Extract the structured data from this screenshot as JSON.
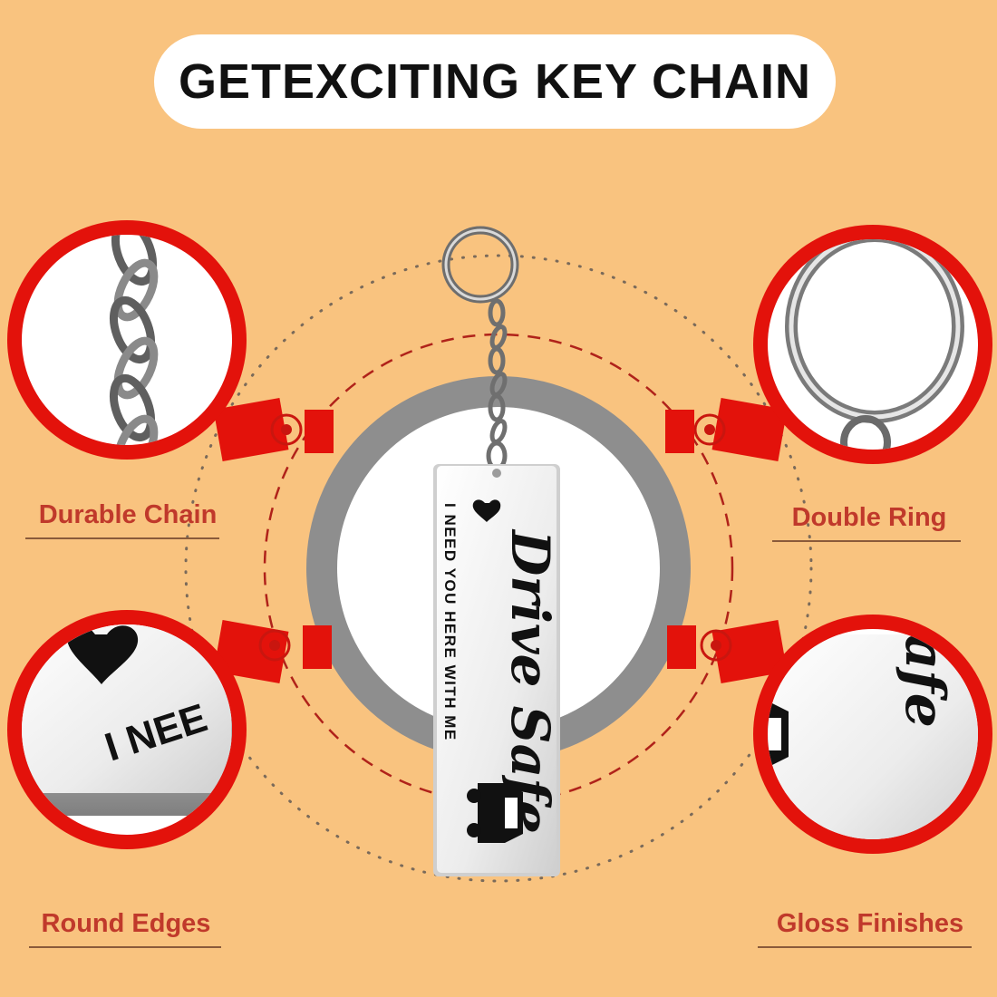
{
  "title": "GETEXCITING KEY CHAIN",
  "features": [
    {
      "label": "Durable Chain",
      "icon": "chain-links-icon"
    },
    {
      "label": "Double Ring",
      "icon": "split-ring-icon"
    },
    {
      "label": "Round Edges",
      "icon": "rounded-edge-icon"
    },
    {
      "label": "Gloss Finishes",
      "icon": "gloss-surface-icon"
    }
  ],
  "keychain": {
    "script_text": "Drive Safe",
    "tagline": "I NEED YOU HERE WITH ME",
    "icons": [
      "heart-icon",
      "car-icon",
      "ring-icon"
    ]
  },
  "zoom_details": {
    "edge_text": "I NEE",
    "gloss_text": "afe"
  },
  "colors": {
    "background": "#f9c37f",
    "accent_red": "#e3120b",
    "label_red": "#c0392b",
    "frame_gray": "#8e8e8e"
  }
}
